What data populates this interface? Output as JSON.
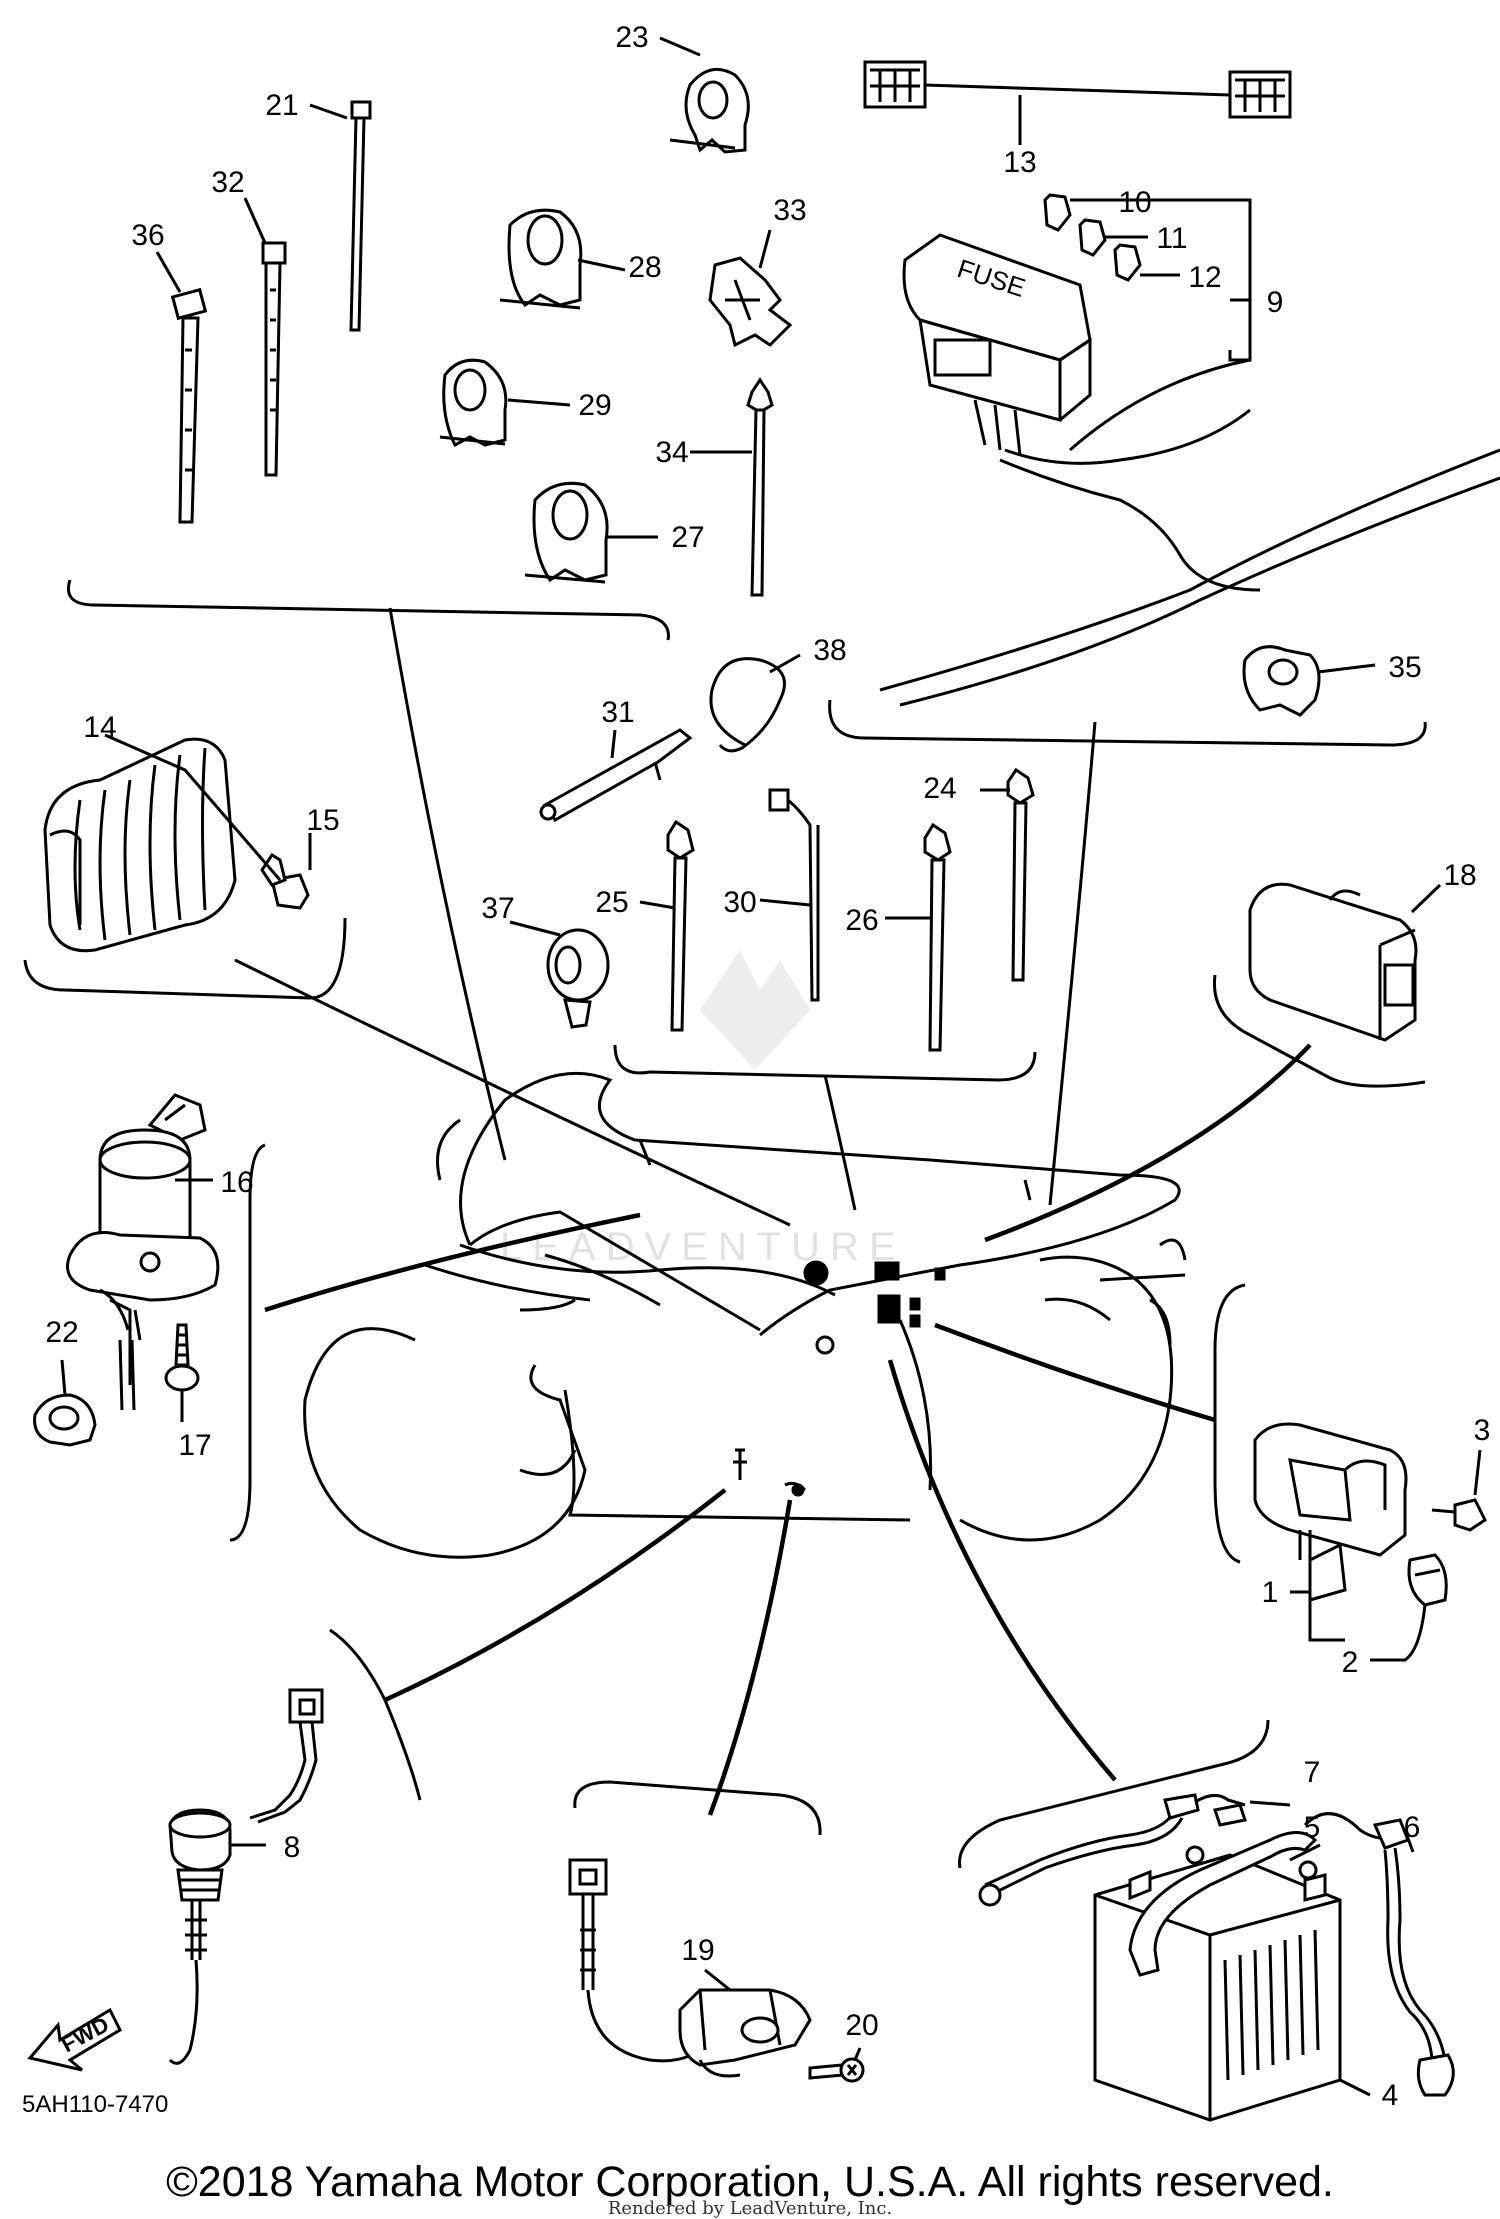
{
  "diagram": {
    "part_code": "5AH110-7470",
    "forward_arrow_label": "FWD",
    "fuse_box_label": "FUSE",
    "watermark": "LEADVENTURE",
    "callouts": [
      "1",
      "2",
      "3",
      "4",
      "5",
      "6",
      "7",
      "8",
      "9",
      "10",
      "11",
      "12",
      "13",
      "14",
      "15",
      "16",
      "17",
      "18",
      "19",
      "20",
      "21",
      "22",
      "23",
      "24",
      "25",
      "26",
      "27",
      "28",
      "29",
      "30",
      "31",
      "32",
      "33",
      "34",
      "35",
      "36",
      "37",
      "38"
    ]
  },
  "footer": {
    "copyright": "©2018 Yamaha Motor Corporation, U.S.A. All rights reserved.",
    "rendered_by": "Rendered by LeadVenture, Inc."
  }
}
